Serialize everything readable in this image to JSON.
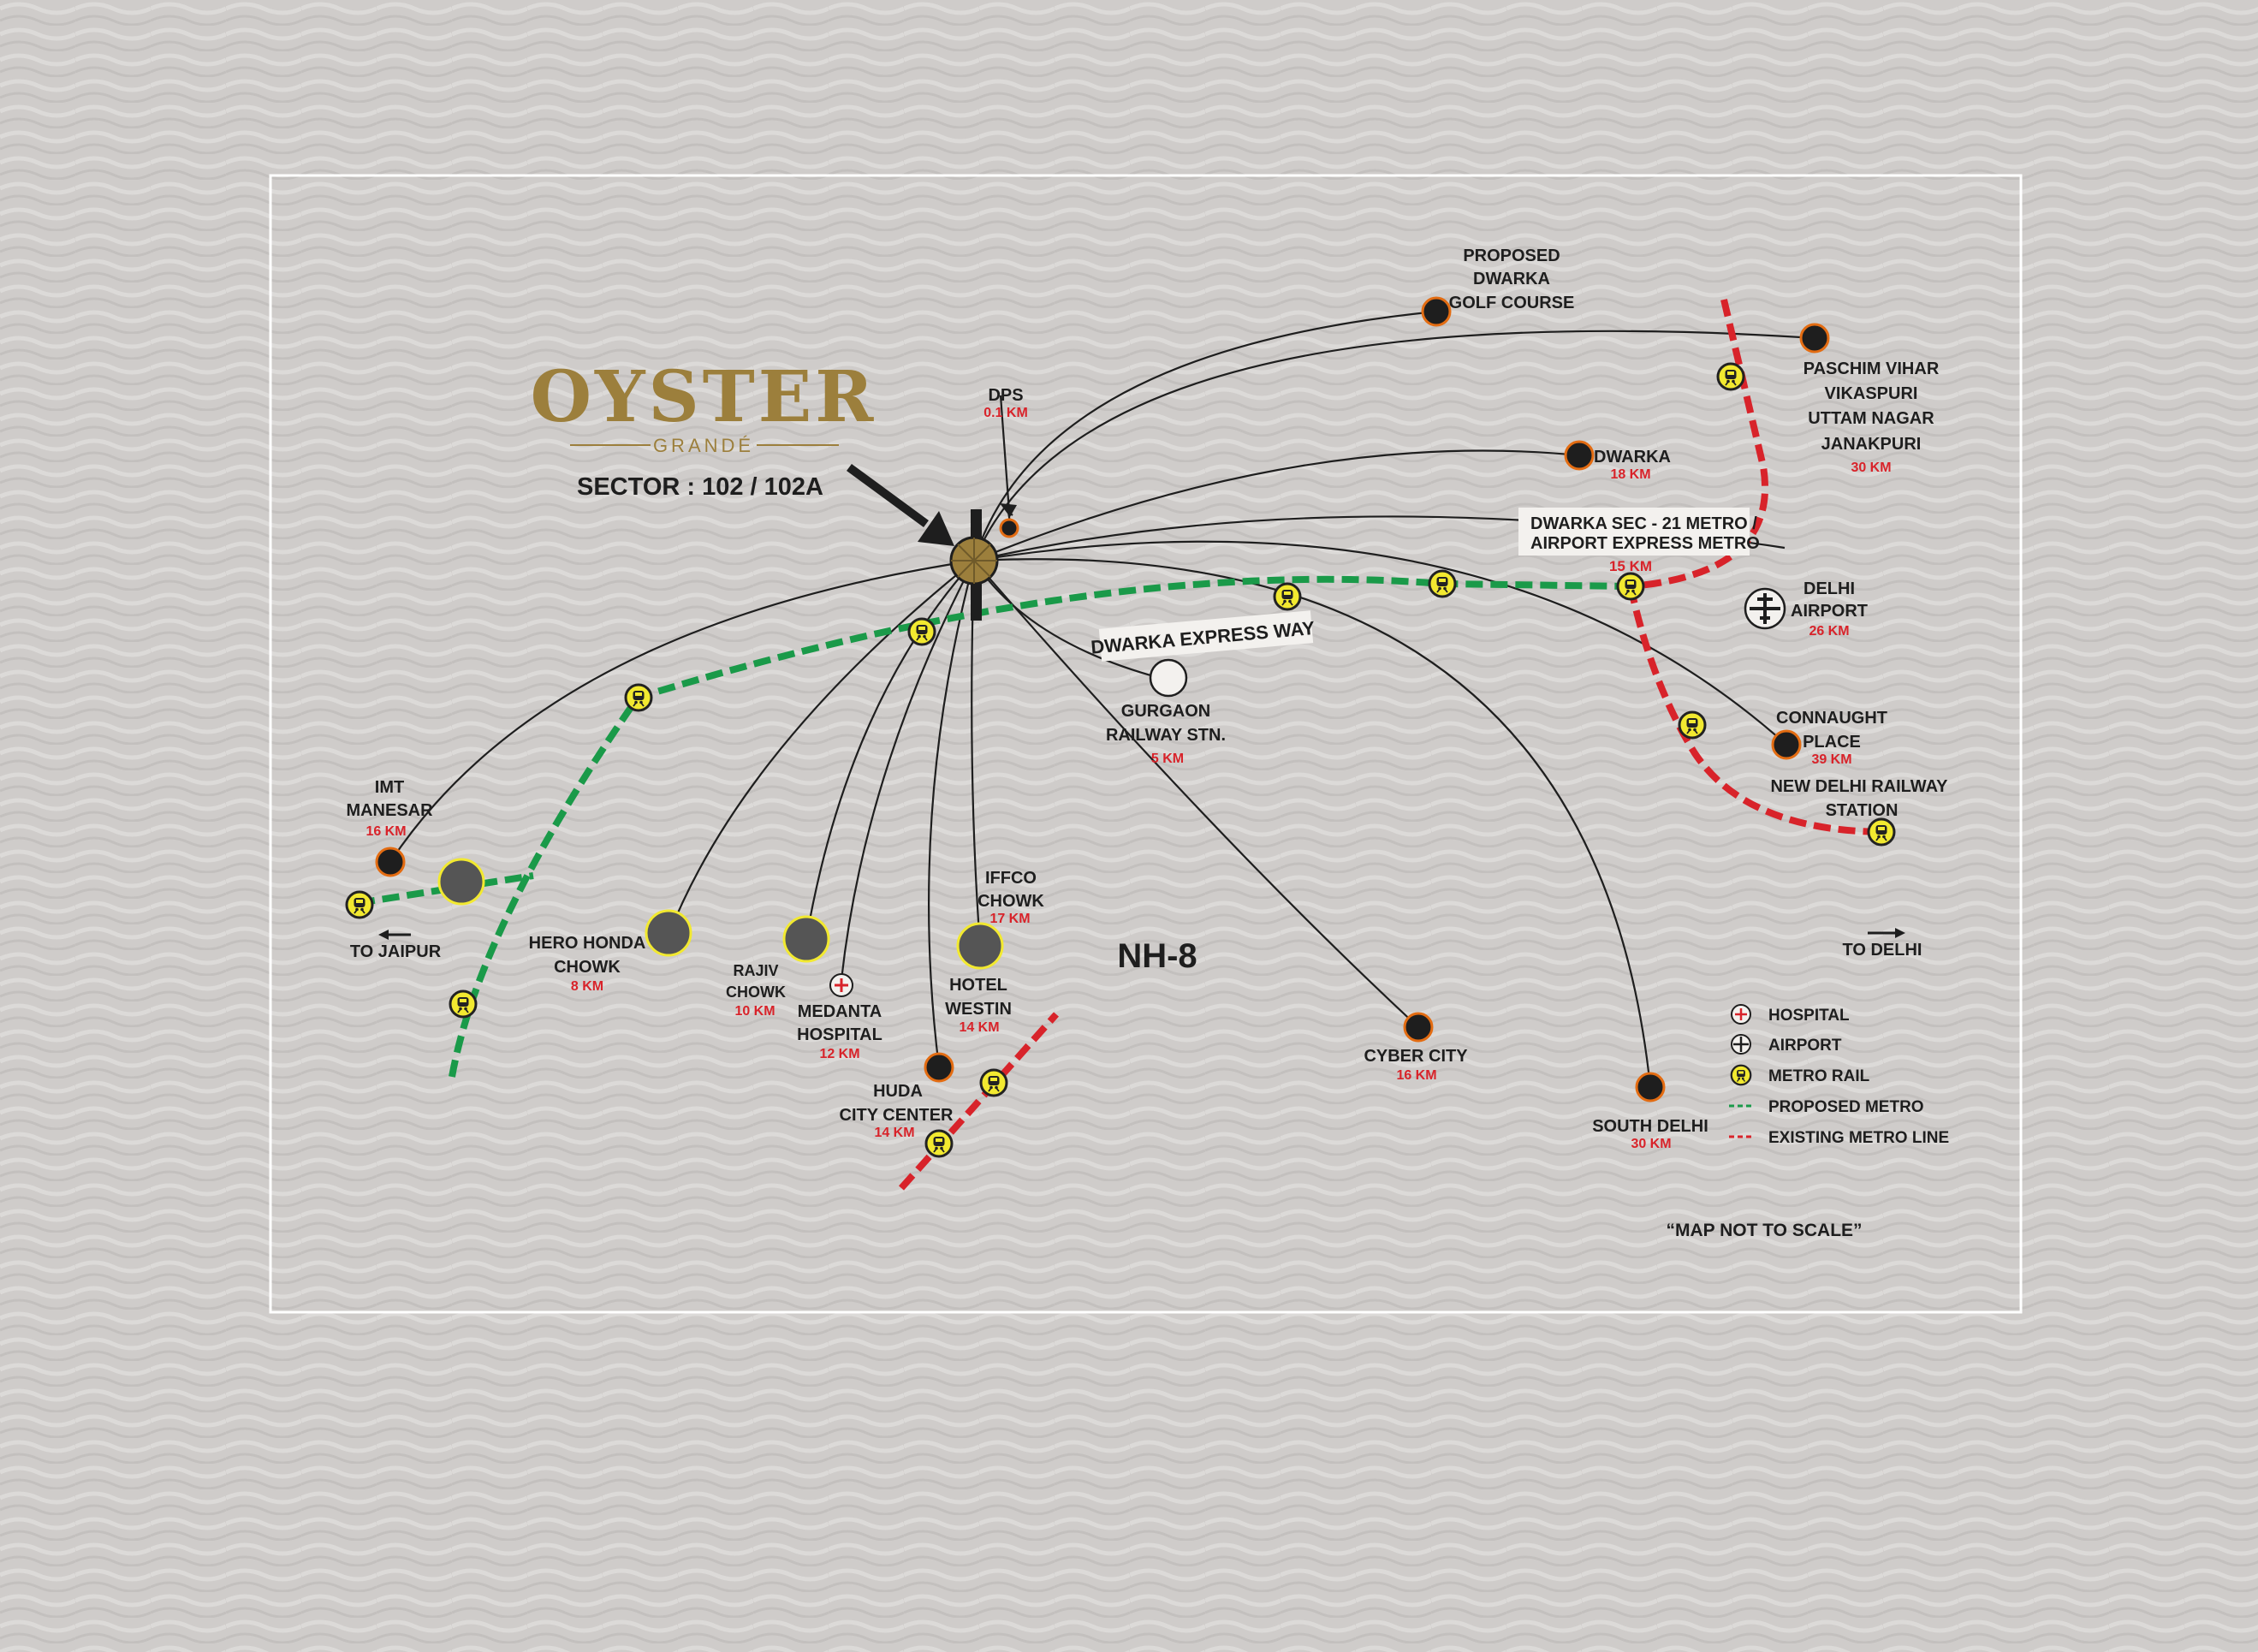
{
  "brand": {
    "name": "OYSTER",
    "subname": "GRANDÉ",
    "sector": "SECTOR : 102 / 102A",
    "gold_color": "#9c7f3c"
  },
  "map": {
    "highway_label": "NH-8",
    "expressway_label": "DWARKA EXPRESS WAY",
    "to_jaipur": "TO JAIPUR",
    "to_delhi": "TO DELHI",
    "scale_note": "“MAP NOT TO SCALE”",
    "metro_callout_line1": "DWARKA SEC - 21 METRO /",
    "metro_callout_line2": "AIRPORT EXPRESS METRO",
    "metro_callout_distance": "15 KM"
  },
  "places": [
    {
      "id": "dps",
      "lines": [
        "DPS"
      ],
      "distance": "0.1 KM"
    },
    {
      "id": "golf",
      "lines": [
        "PROPOSED",
        "DWARKA",
        "GOLF COURSE"
      ],
      "distance": ""
    },
    {
      "id": "paschim",
      "lines": [
        "PASCHIM VIHAR",
        "VIKASPURI",
        "UTTAM NAGAR",
        "JANAKPURI"
      ],
      "distance": "30 KM"
    },
    {
      "id": "dwarka",
      "lines": [
        "DWARKA"
      ],
      "distance": "18 KM"
    },
    {
      "id": "airport",
      "lines": [
        "DELHI",
        "AIRPORT"
      ],
      "distance": "26 KM"
    },
    {
      "id": "cp",
      "lines": [
        "CONNAUGHT",
        "PLACE"
      ],
      "distance": "39 KM"
    },
    {
      "id": "ndls",
      "lines": [
        "NEW DELHI RAILWAY",
        "STATION"
      ],
      "distance": ""
    },
    {
      "id": "gurgaon_rly",
      "lines": [
        "GURGAON",
        "RAILWAY STN."
      ],
      "distance": "5 KM"
    },
    {
      "id": "imt",
      "lines": [
        "IMT",
        "MANESAR"
      ],
      "distance": "16 KM"
    },
    {
      "id": "herohonda",
      "lines": [
        "HERO HONDA",
        "CHOWK"
      ],
      "distance": "8 KM"
    },
    {
      "id": "rajiv",
      "lines": [
        "RAJIV",
        "CHOWK"
      ],
      "distance": "10 KM"
    },
    {
      "id": "medanta",
      "lines": [
        "MEDANTA",
        "HOSPITAL"
      ],
      "distance": "12 KM"
    },
    {
      "id": "huda",
      "lines": [
        "HUDA",
        "CITY CENTER"
      ],
      "distance": "14 KM"
    },
    {
      "id": "iffco",
      "lines": [
        "IFFCO",
        "CHOWK"
      ],
      "distance": "17 KM"
    },
    {
      "id": "westin",
      "lines": [
        "HOTEL",
        "WESTIN"
      ],
      "distance": "14 KM"
    },
    {
      "id": "cyber",
      "lines": [
        "CYBER CITY"
      ],
      "distance": "16 KM"
    },
    {
      "id": "southdelhi",
      "lines": [
        "SOUTH DELHI"
      ],
      "distance": "30 KM"
    }
  ],
  "legend": [
    {
      "icon": "hospital-icon",
      "label": "HOSPITAL"
    },
    {
      "icon": "airport-icon",
      "label": "AIRPORT"
    },
    {
      "icon": "metro-rail-icon",
      "label": "METRO RAIL"
    },
    {
      "icon": "proposed-metro-line",
      "label": "PROPOSED METRO",
      "color": "#1a9a49"
    },
    {
      "icon": "existing-metro-line",
      "label": "EXISTING METRO LINE",
      "color": "#d8232a"
    }
  ],
  "colors": {
    "proposed_metro": "#1a9a49",
    "existing_metro": "#d8232a",
    "distance_text": "#d8232a",
    "metro_station": "#f2e930",
    "node_ring": "#e36c12"
  }
}
